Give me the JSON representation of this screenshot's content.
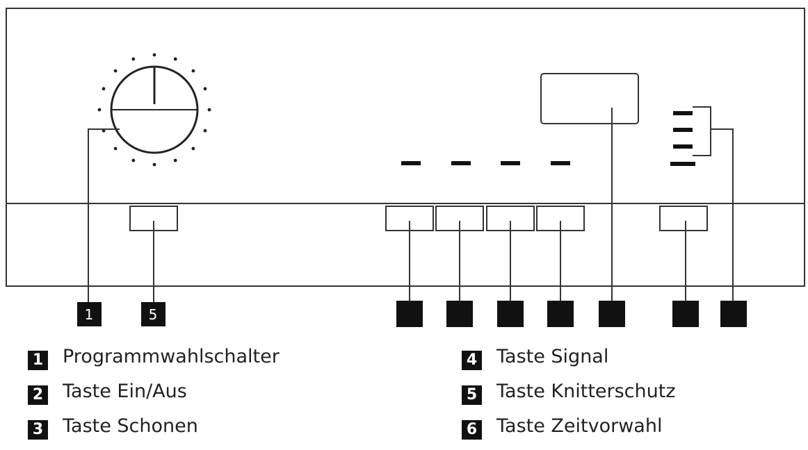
{
  "callouts": [
    "1",
    "5"
  ],
  "legend": [
    {
      "num": "1",
      "text": "Programmwahlschalter"
    },
    {
      "num": "2",
      "text": "Taste Ein/Aus"
    },
    {
      "num": "3",
      "text": "Taste Schonen"
    },
    {
      "num": "4",
      "text": "Taste Signal"
    },
    {
      "num": "5",
      "text": "Taste Knitterschutz"
    },
    {
      "num": "6",
      "text": "Taste Zeitvorwahl"
    }
  ]
}
